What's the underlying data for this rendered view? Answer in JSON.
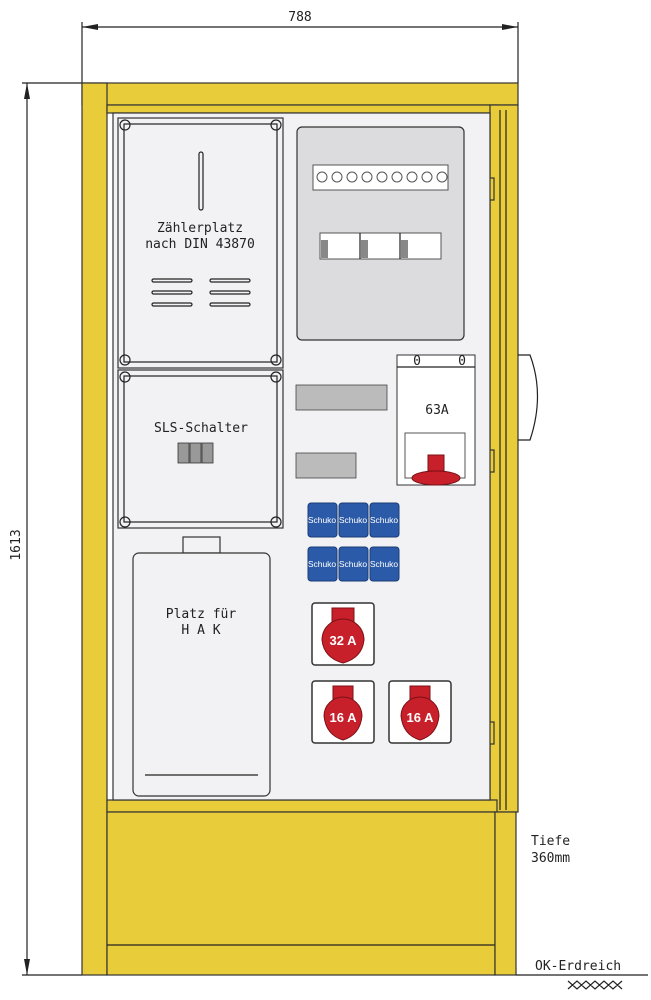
{
  "dimensions": {
    "width": "788",
    "height": "1613"
  },
  "meter_section": {
    "line1": "Zählerplatz",
    "line2": "nach DIN 43870"
  },
  "sls_section": {
    "label": "SLS-Schalter"
  },
  "hak_section": {
    "line1": "Platz für",
    "line2": "H A K"
  },
  "main_switch": {
    "label": "63A",
    "pos_left": "0",
    "pos_right": "0"
  },
  "schuko_sockets": [
    "Schuko",
    "Schuko",
    "Schuko",
    "Schuko",
    "Schuko",
    "Schuko"
  ],
  "cee_sockets": [
    "32 A",
    "16 A",
    "16 A"
  ],
  "depth_note": {
    "line1": "Tiefe",
    "line2": "360mm"
  },
  "ground_label": "OK-Erdreich",
  "colors": {
    "housing": "#e8cc3a",
    "schuko": "#2a5aa8",
    "cee": "#c8202a"
  }
}
